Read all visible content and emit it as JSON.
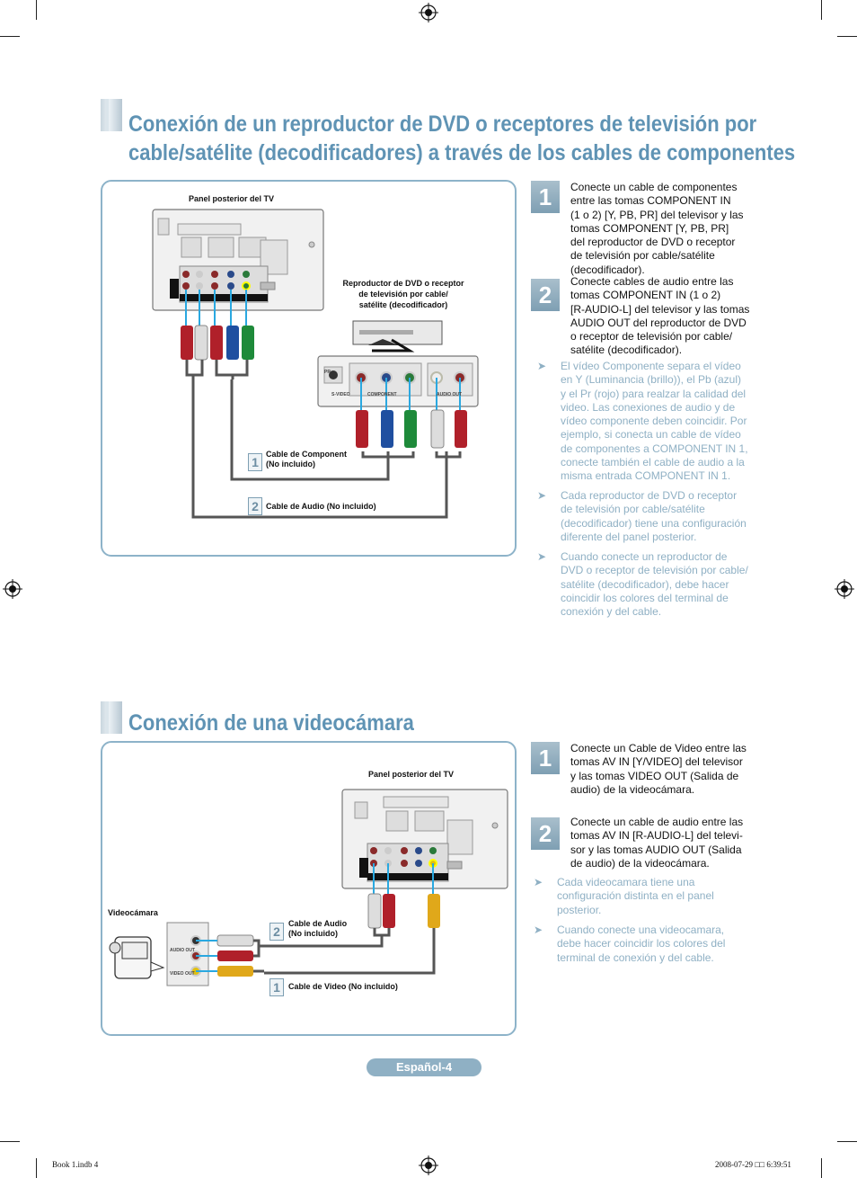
{
  "section1": {
    "title_line1": "Conexión de un reproductor de DVD o receptores de televisión por",
    "title_line2": "cable/satélite (decodificadores) a través de los cables de componentes",
    "diagram": {
      "tv_label": "Panel posterior del TV",
      "dvd_label_line1": "Reproductor de DVD o receptor",
      "dvd_label_line2": "de televisión por cable/",
      "dvd_label_line3": "satélite (decodificador)",
      "cable1_label_line1": "Cable de Component",
      "cable1_label_line2": "(No incluido)",
      "cable2_label": "Cable de Audio (No incluido)",
      "cable1_num": "1",
      "cable2_num": "2",
      "dvd_jacks": [
        "PR",
        "PB",
        "Y",
        "L",
        "R"
      ],
      "dvd_svideo": "S-VIDEO",
      "dvd_component": "COMPONENT",
      "dvd_audio_out": "AUDIO OUT"
    },
    "steps": [
      {
        "num": "1",
        "lines": [
          "Conecte un cable de componentes",
          "entre las tomas COMPONENT IN",
          "(1 o 2) [Y, PB, PR] del televisor y las",
          "tomas COMPONENT [Y, PB, PR]",
          "del reproductor de DVD o receptor",
          "de televisión por cable/satélite",
          "(decodificador)."
        ]
      },
      {
        "num": "2",
        "lines": [
          "Conecte cables de audio entre las",
          "tomas COMPONENT IN (1 o 2)",
          "[R-AUDIO-L] del televisor y las tomas",
          "AUDIO OUT del reproductor de DVD",
          "o receptor de televisión por cable/",
          "satélite (decodificador)."
        ]
      }
    ],
    "notes": [
      {
        "lines": [
          "El vídeo Componente separa el vídeo",
          "en Y (Luminancia (brillo)), el Pb (azul)",
          "y el Pr (rojo) para realzar la calidad del",
          "video. Las conexiones de audio y de",
          "vídeo componente deben coincidir. Por",
          "ejemplo, si conecta un cable de vídeo",
          "de componentes a COMPONENT IN 1,",
          "conecte también el cable de audio a la",
          "misma entrada COMPONENT IN 1."
        ]
      },
      {
        "lines": [
          "Cada reproductor de DVD o receptor",
          "de televisión por cable/satélite",
          "(decodificador) tiene una configuración",
          "diferente del panel posterior."
        ]
      },
      {
        "lines": [
          "Cuando conecte un reproductor de",
          "DVD o receptor de televisión por cable/",
          "satélite (decodificador), debe hacer",
          "coincidir los colores del terminal de",
          "conexión y del cable."
        ]
      }
    ]
  },
  "section2": {
    "title": "Conexión de una videocámara",
    "diagram": {
      "tv_label": "Panel posterior del TV",
      "camcorder_label": "Videocámara",
      "cable2_label_line1": "Cable de Audio",
      "cable2_label_line2": "(No incluido)",
      "cable1_label": "Cable de Video (No incluido)",
      "cable1_num": "1",
      "cable2_num": "2",
      "cam_audio_out": "AUDIO OUT",
      "cam_video_out": "VIDEO OUT"
    },
    "steps": [
      {
        "num": "1",
        "lines": [
          "Conecte un Cable de Video entre las",
          "tomas AV IN [Y/VIDEO] del televisor",
          "y las tomas VIDEO OUT (Salida de",
          "audio) de la videocámara."
        ]
      },
      {
        "num": "2",
        "lines": [
          "Conecte un cable de audio entre las",
          "tomas AV IN [R-AUDIO-L] del televi-",
          "sor y las tomas AUDIO OUT (Salida",
          "de audio) de la videocámara."
        ]
      }
    ],
    "notes": [
      {
        "lines": [
          "Cada videocamara tiene una",
          "configuración distinta en el panel",
          "posterior."
        ]
      },
      {
        "lines": [
          "Cuando conecte una videocamara,",
          "debe hacer coincidir los colores del",
          "terminal de conexión y del cable."
        ]
      }
    ]
  },
  "page_label": "Español-4",
  "footer": {
    "left": "Book 1.indb   4",
    "right": "2008-07-29   □□ 6:39:51"
  },
  "colors": {
    "accent": "#5f93b4",
    "note": "#8fb0c4",
    "box_border": "#8db3c9",
    "red": "#b0202a",
    "blue": "#1f4fa0",
    "green": "#1e8a3a",
    "white": "#e8e8e8",
    "yellow": "#e0a81a"
  }
}
